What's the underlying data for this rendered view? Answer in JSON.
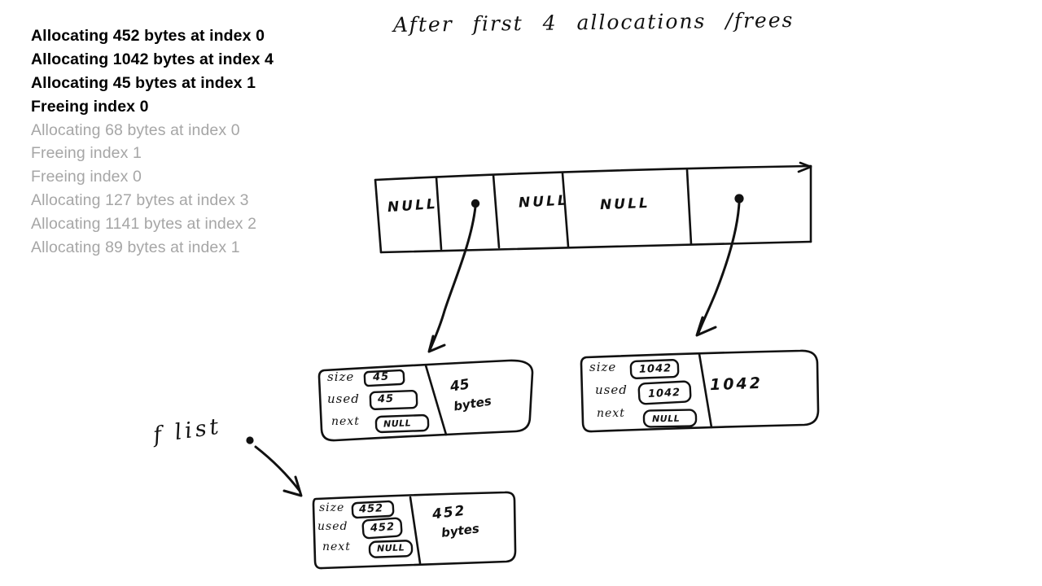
{
  "colors": {
    "background": "#ffffff",
    "ink": "#111111",
    "log_done": "#000000",
    "log_pending": "#a6a6a6"
  },
  "title": "After first 4 allocations /frees",
  "log": {
    "done_count": 4,
    "entries": [
      "Allocating 452 bytes at index 0",
      "Allocating 1042 bytes at index 4",
      "Allocating 45 bytes at index 1",
      "Freeing index 0",
      "Allocating 68 bytes at index 0",
      "Freeing index 1",
      "Freeing index 0",
      "Allocating 127 bytes at index 3",
      "Allocating 1141 bytes at index 2",
      "Allocating 89 bytes at index 1"
    ]
  },
  "pointer_array": {
    "cells": [
      {
        "index": 0,
        "value": "NULL"
      },
      {
        "index": 1,
        "value": "pointer-to-45-block"
      },
      {
        "index": 2,
        "value": "NULL"
      },
      {
        "index": 3,
        "value": "NULL"
      },
      {
        "index": 4,
        "value": "pointer-to-1042-block"
      }
    ]
  },
  "blocks": {
    "b45": {
      "size_label": "size",
      "used_label": "used",
      "next_label": "next",
      "size": "45",
      "used": "45",
      "next": "NULL",
      "note1": "45",
      "note2": "bytes"
    },
    "b1042": {
      "size_label": "size",
      "used_label": "used",
      "next_label": "next",
      "size": "1042",
      "used": "1042",
      "next": "NULL",
      "note1": "1042",
      "note2": ""
    },
    "b452": {
      "size_label": "size",
      "used_label": "used",
      "next_label": "next",
      "size": "452",
      "used": "452",
      "next": "NULL",
      "note1": "452",
      "note2": "bytes"
    }
  },
  "free_list": {
    "label": "f list"
  }
}
